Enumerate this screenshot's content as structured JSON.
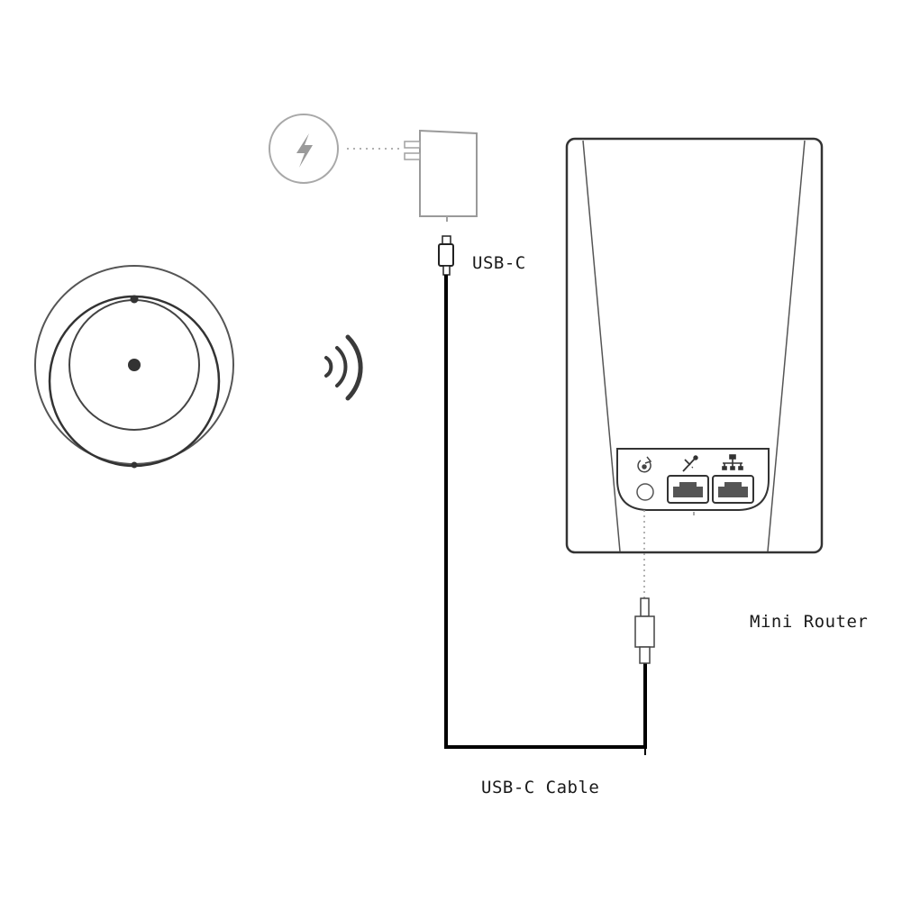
{
  "labels": {
    "usb_c": "USB-C",
    "cable": "USB-C Cable",
    "router": "Mini Router"
  },
  "icons": {
    "power": "lightning-bolt-icon",
    "adapter": "power-adapter-icon",
    "usb_plug": "usb-c-plug-icon",
    "wireless": "wireless-signal-icon",
    "reset": "reset-icon",
    "wan_port": "wan-port-icon",
    "lan_port": "lan-port-icon",
    "dc_plug": "dc-plug-icon"
  },
  "colors": {
    "line_dark": "#333333",
    "line_light": "#9a9a9a",
    "cable": "#000000"
  }
}
